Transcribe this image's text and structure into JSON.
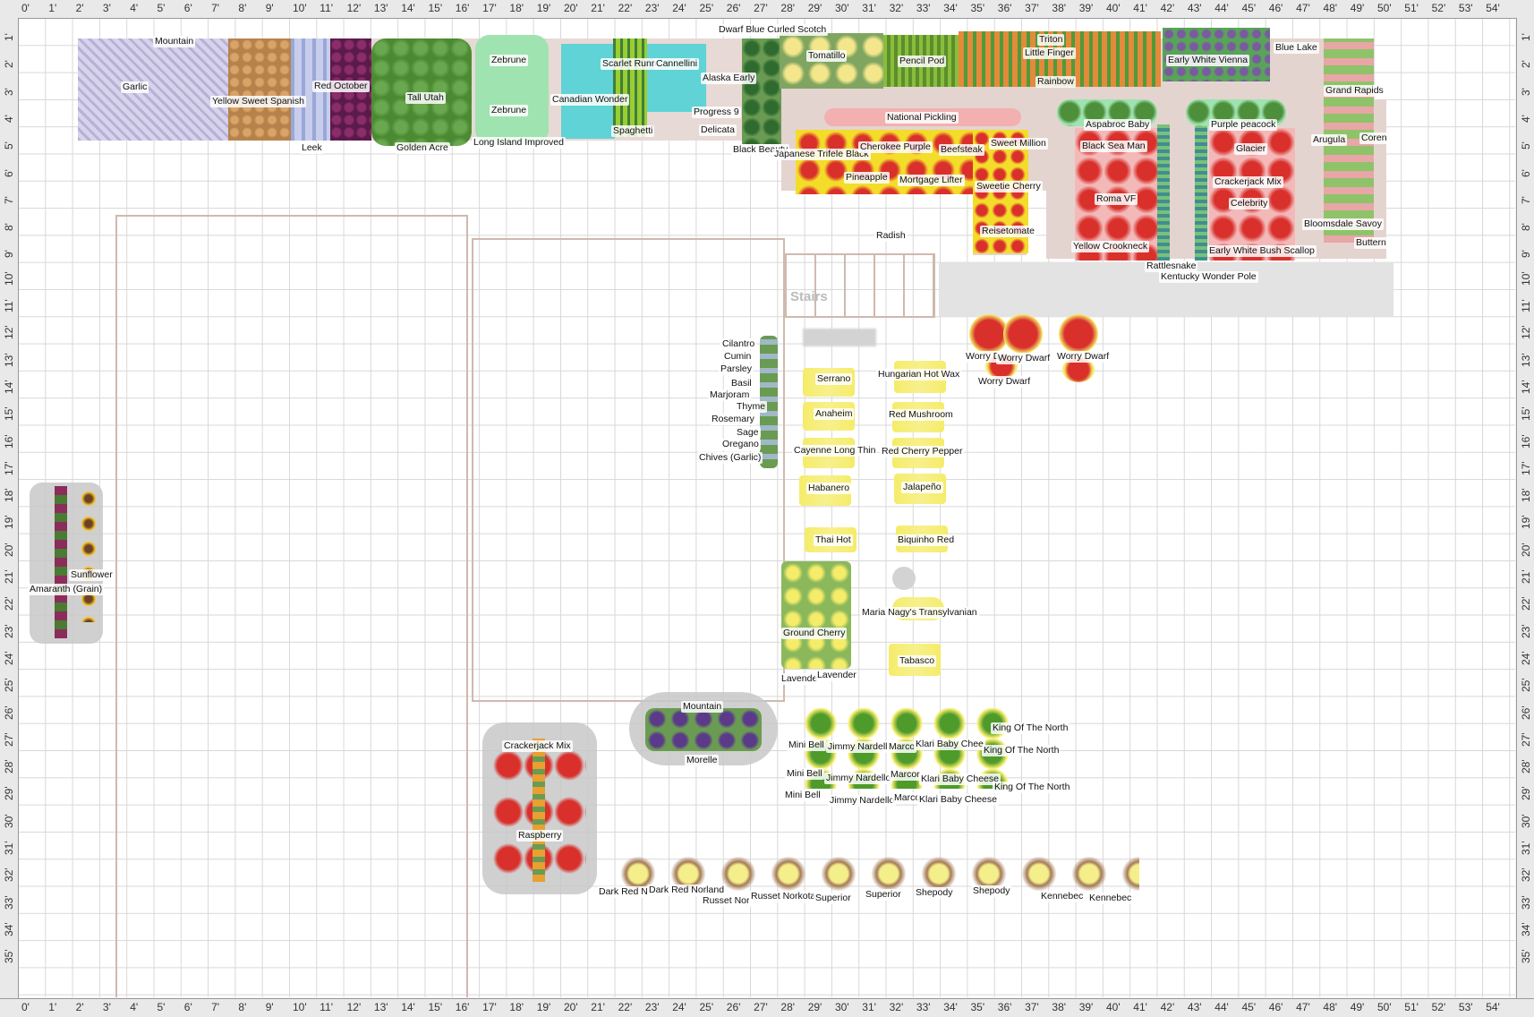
{
  "ruler": {
    "x_labels": [
      "0'",
      "1'",
      "2'",
      "3'",
      "4'",
      "5'",
      "6'",
      "7'",
      "8'",
      "9'",
      "10'",
      "11'",
      "12'",
      "13'",
      "14'",
      "15'",
      "16'",
      "17'",
      "18'",
      "19'",
      "20'",
      "21'",
      "22'",
      "23'",
      "24'",
      "25'",
      "26'",
      "27'",
      "28'",
      "29'",
      "30'",
      "31'",
      "32'",
      "33'",
      "34'",
      "35'",
      "36'",
      "37'",
      "38'",
      "39'",
      "40'",
      "41'",
      "42'",
      "43'",
      "44'",
      "45'",
      "46'",
      "47'",
      "48'",
      "49'",
      "50'",
      "51'",
      "52'",
      "53'",
      "54'"
    ],
    "y_labels": [
      "1'",
      "2'",
      "3'",
      "4'",
      "5'",
      "6'",
      "7'",
      "8'",
      "9'",
      "10'",
      "11'",
      "12'",
      "13'",
      "14'",
      "15'",
      "16'",
      "17'",
      "18'",
      "19'",
      "20'",
      "21'",
      "22'",
      "23'",
      "24'",
      "25'",
      "26'",
      "27'",
      "28'",
      "29'",
      "30'",
      "31'",
      "32'",
      "33'",
      "34'",
      "35'"
    ]
  },
  "structures": {
    "stairs_label": "Stairs"
  },
  "colors": {
    "grid": "#d8d8d8",
    "bed_outline": "#cfb9ad",
    "pepper_bed": "#f5ec6a",
    "gray_bed": "#c8c8c8",
    "raised_bed": "#e4d4cf"
  },
  "labels": {
    "mountain_top": "Mountain",
    "garlic": "Garlic",
    "yellow_sweet_spanish": "Yellow Sweet Spanish",
    "leek": "Leek",
    "red_october": "Red October",
    "tall_utah": "Tall Utah",
    "golden_acre": "Golden Acre",
    "zebrune_1": "Zebrune",
    "zebrune_2": "Zebrune",
    "long_island": "Long Island Improved",
    "canadian_wonder": "Canadian Wonder",
    "scarlet_runner": "Scarlet Runn",
    "cannellini": "Cannellini",
    "spaghetti": "Spaghetti",
    "alaska_early": "Alaska Early",
    "progress9": "Progress 9",
    "delicata": "Delicata",
    "dwarf_blue": "Dwarf Blue Curled Scotch",
    "black_beauty": "Black Beauty",
    "tomatillo": "Tomatillo",
    "pencil_pod": "Pencil Pod",
    "triton": "Triton",
    "little_finger": "Little Finger",
    "rainbow": "Rainbow",
    "early_white_vienna": "Early White Vienna",
    "blue_lake": "Blue Lake",
    "grand_rapids": "Grand Rapids",
    "arugula": "Arugula",
    "corentin": "Coren",
    "bloomsdale": "Bloomsdale Savoy",
    "butternut": "Buttern",
    "national_pickling": "National Pickling",
    "japanese_trifele": "Japanese Trifele Black",
    "cherokee_purple": "Cherokee Purple",
    "beefsteak": "Beefsteak",
    "sweet_million": "Sweet Million",
    "pineapple": "Pineapple",
    "mortgage_lifter": "Mortgage Lifter",
    "sweetie_cherry": "Sweetie Cherry",
    "reisetomate": "Reisetomate",
    "aspabroc": "Aspabroc Baby",
    "black_sea_man": "Black Sea Man",
    "roma_vf": "Roma VF",
    "yellow_crookneck": "Yellow Crookneck",
    "rattlesnake": "Rattlesnake",
    "kentucky_wonder": "Kentucky Wonder Pole",
    "purple_peacock": "Purple peacock",
    "glacier": "Glacier",
    "crackerjack_top": "Crackerjack Mix",
    "celebrity": "Celebrity",
    "early_white_bush": "Early White Bush Scallop",
    "radish": "Radish",
    "worry_dwarf_1": "Worry D",
    "worry_dwarf_2": "Worry Dwarf",
    "worry_dwarf_3": "Worry Dwarf",
    "worry_dwarf_4": "Worry Dwarf",
    "cilantro": "Cilantro",
    "cumin": "Cumin",
    "parsley": "Parsley",
    "basil": "Basil",
    "marjoram": "Marjoram",
    "thyme": "Thyme",
    "rosemary": "Rosemary",
    "sage": "Sage",
    "oregano": "Oregano",
    "chives": "Chives (Garlic)",
    "serrano": "Serrano",
    "hungarian": "Hungarian Hot Wax",
    "anaheim": "Anaheim",
    "red_mushroom": "Red Mushroom",
    "cayenne": "Cayenne Long Thin",
    "red_cherry_pepper": "Red Cherry Pepper",
    "habanero": "Habanero",
    "jalapeno": "Jalapeño",
    "thai_hot": "Thai Hot",
    "biquinho": "Biquinho Red",
    "ground_cherry": "Ground Cherry",
    "maria_nagy": "Maria Nagy's Transylvanian",
    "tabasco": "Tabasco",
    "lavender_1": "Lavende",
    "lavender_2": "Lavender",
    "mountain_bottom": "Mountain",
    "morelle": "Morelle",
    "crackerjack_bottom": "Crackerjack Mix",
    "raspberry": "Raspberry",
    "sunflower": "Sunflower",
    "amaranth": "Amaranth (Grain)",
    "mini_bell_1": "Mini Bell",
    "mini_bell_2": "Mini Bell",
    "mini_bell_3": "Mini Bell",
    "jimmy_1": "Jimmy Nardell",
    "jimmy_2": "Jimmy Nardello",
    "jimmy_3": "Jimmy Nardello",
    "marconi_1": "Marco",
    "marconi_2": "Marcor",
    "marconi_3": "Marco",
    "klari_1": "Klari Baby Chee",
    "klari_2": "Klari Baby Cheese",
    "klari_3": "Klari Baby Cheese",
    "king_1": "King Of The North",
    "king_2": "King Of The North",
    "king_3": "King Of The North",
    "dark_red_1": "Dark Red N",
    "dark_red_2": "Dark Red Norland",
    "russet_1": "Russet Nor",
    "russet_2": "Russet Norkota",
    "superior_1": "Superior",
    "superior_2": "Superior",
    "shepody_1": "Shepody",
    "shepody_2": "Shepody",
    "kennebec_1": "Kennebec",
    "kennebec_2": "Kennebec"
  }
}
